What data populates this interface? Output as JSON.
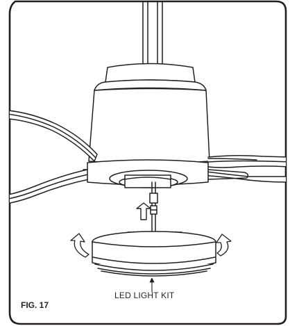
{
  "figure": {
    "caption": "FIG. 17",
    "callout_label": "LED LIGHT KIT",
    "line_color": "#231f20",
    "background": "#ffffff"
  },
  "parts": [
    {
      "name": "downrod"
    },
    {
      "name": "motor-housing"
    },
    {
      "name": "fan-blades"
    },
    {
      "name": "mounting-plate"
    },
    {
      "name": "wire-connector"
    },
    {
      "name": "led-light-kit"
    }
  ],
  "icons": {
    "assembly_direction": "up-arrow-icon",
    "rotation_left": "rotate-arrow-left-icon",
    "rotation_right": "rotate-arrow-right-icon",
    "callout_pointer": "leader-arrow-icon"
  }
}
